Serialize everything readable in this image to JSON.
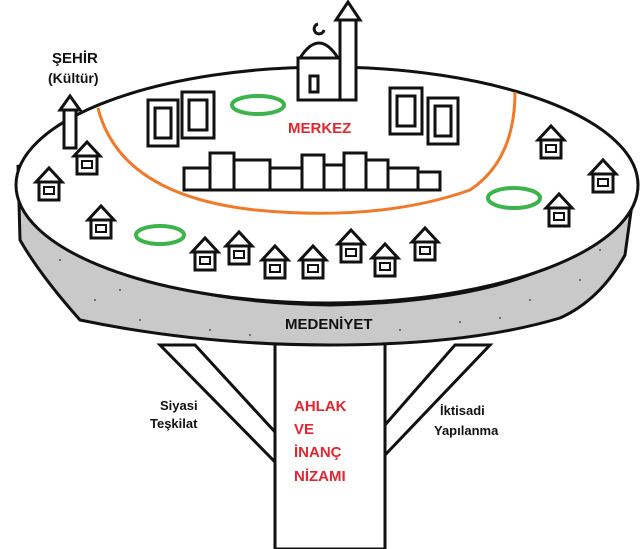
{
  "labels": {
    "city": "ŞEHİR",
    "culture": "(Kültür)",
    "center": "MERKEZ",
    "civilization": "MEDENİYET",
    "political_left_1": "Siyasi",
    "political_left_2": "Teşkilat",
    "economic_right_1": "İktisadi",
    "economic_right_2": "Yapılanma",
    "trunk": [
      "AHLAK",
      "VE",
      "İNANÇ",
      "NİZAMI"
    ]
  },
  "colors": {
    "center_label": "#e3262f",
    "trunk_label": "#e3262f",
    "center_ring": "#f07a2a",
    "greenery": "#3cb44b",
    "platform_side": "#c9c9c9",
    "outline": "#111111"
  },
  "icons": [
    "house-icon",
    "building-icon",
    "mosque-icon",
    "tree-icon",
    "arrow-up-icon"
  ]
}
